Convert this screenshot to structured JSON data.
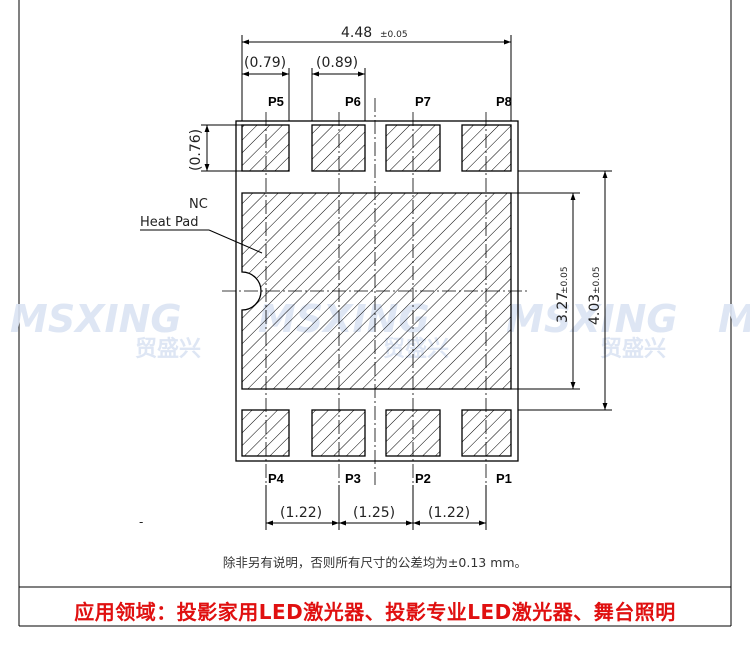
{
  "dimensions": {
    "overall_width": "4.48",
    "overall_width_tol": "±0.05",
    "pad_pitch_79": "(0.79)",
    "pad_pitch_89": "(0.89)",
    "pad_height": "(0.76)",
    "heat_pad_height": "3.27",
    "heat_pad_height_tol": "±0.05",
    "overall_height": "4.03",
    "overall_height_tol": "±0.05",
    "bottom_pitch_1": "(1.22)",
    "bottom_pitch_2": "(1.25)",
    "bottom_pitch_3": "(1.22)"
  },
  "pins": {
    "top": [
      "P5",
      "P6",
      "P7",
      "P8"
    ],
    "bottom": [
      "P4",
      "P3",
      "P2",
      "P1"
    ]
  },
  "labels": {
    "nc": "NC",
    "heat_pad": "Heat Pad",
    "watermark_brand": "MSXING",
    "watermark_cn": "贸盛兴",
    "dash_mark": "-"
  },
  "note": "除非另有说明，否则所有尺寸的公差均为±0.13 mm。",
  "banner": "应用领域：投影家用LED激光器、投影专业LED激光器、舞台照明",
  "colors": {
    "banner_text": "#e01010",
    "line": "#000000",
    "watermark": "#d8e2f2"
  }
}
